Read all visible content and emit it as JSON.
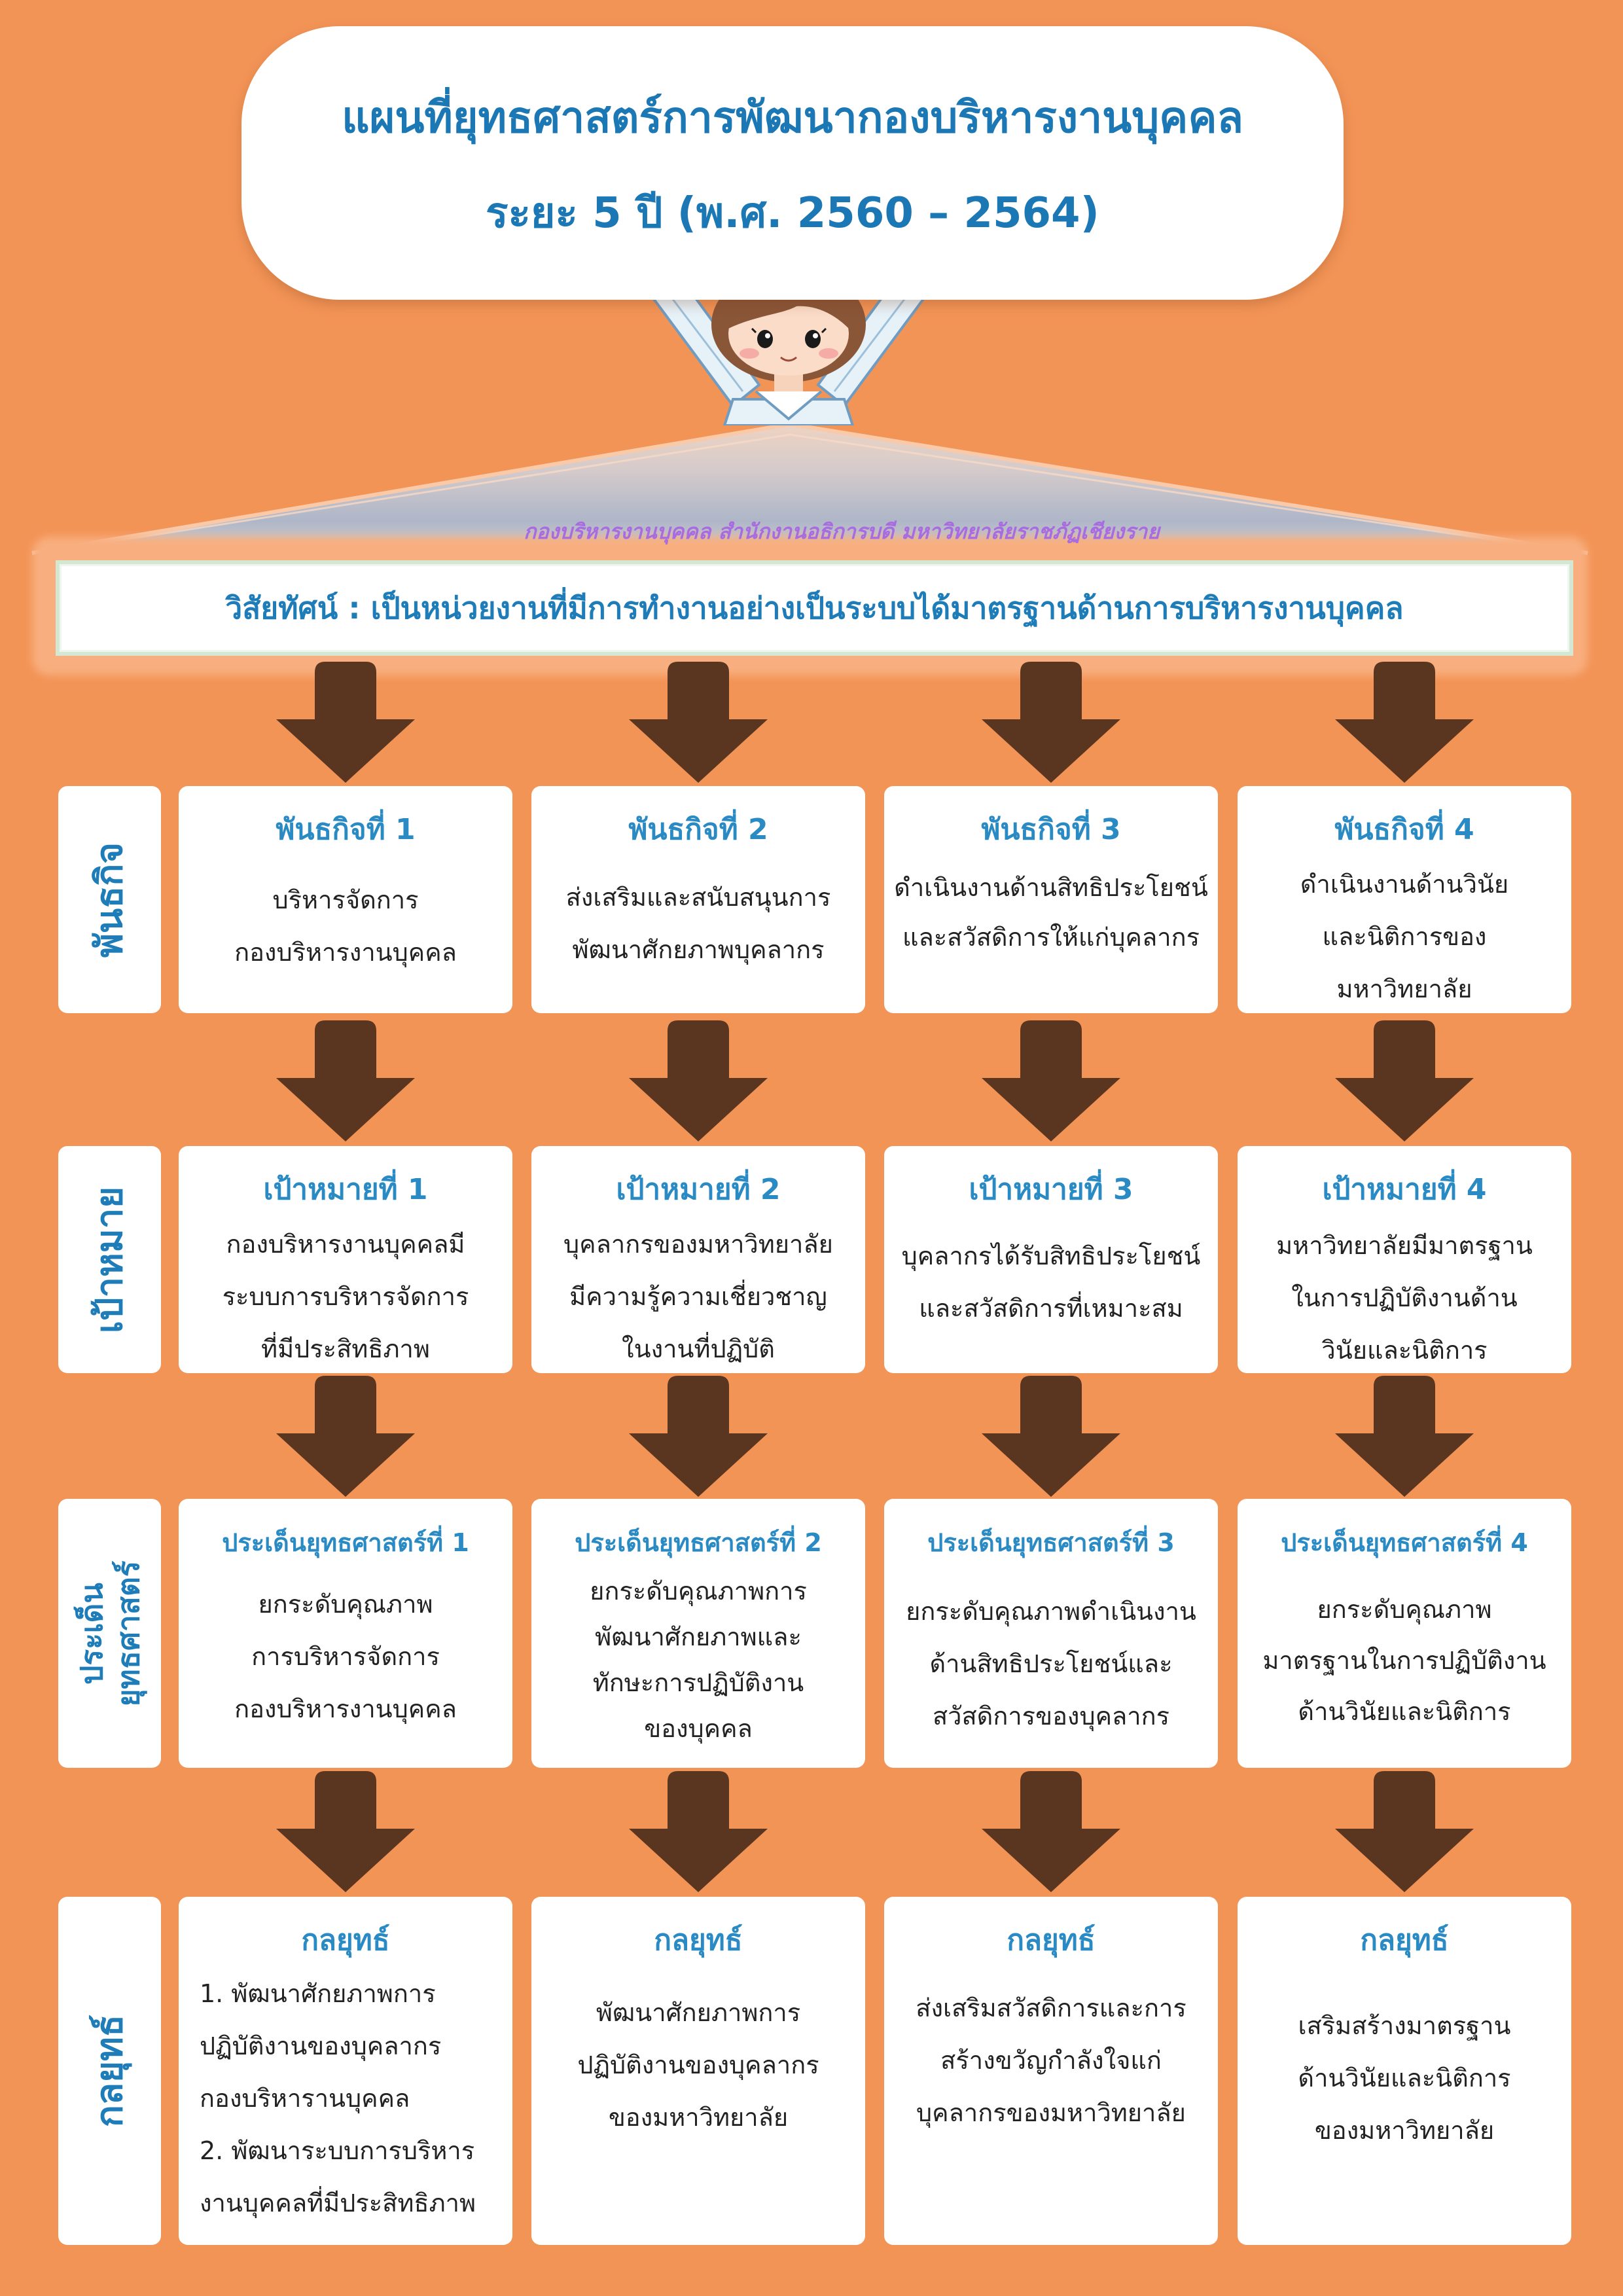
{
  "title": {
    "line1": "แผนที่ยุทธศาสตร์การพัฒนากองบริหารงานบุคคล",
    "line2": "ระยะ 5 ปี (พ.ศ. 2560 – 2564)"
  },
  "banner_text": "กองบริหารงานบุคคล สำนักงานอธิการบดี มหาวิทยาลัยราชภัฏเชียงราย",
  "vision": "วิสัยทัศน์ : เป็นหน่วยงานที่มีการทำงานอย่างเป็นระบบได้มาตรฐานด้านการบริหารงานบุคคล",
  "rows": [
    {
      "label": [
        "พันธกิจ"
      ],
      "items": [
        {
          "heading": "พันธกิจที่ 1",
          "lines": [
            "บริหารจัดการ",
            "กองบริหารงานบุคคล"
          ]
        },
        {
          "heading": "พันธกิจที่ 2",
          "lines": [
            "ส่งเสริมและสนับสนุนการ",
            "พัฒนาศักยภาพบุคลากร"
          ]
        },
        {
          "heading": "พันธกิจที่ 3",
          "lines": [
            "ดำเนินงานด้านสิทธิประโยชน์",
            "และสวัสดิการให้แก่บุคลากร"
          ]
        },
        {
          "heading": "พันธกิจที่ 4",
          "lines": [
            "ดำเนินงานด้านวินัย",
            "และนิติการของ",
            "มหาวิทยาลัย"
          ]
        }
      ]
    },
    {
      "label": [
        "เป้าหมาย"
      ],
      "items": [
        {
          "heading": "เป้าหมายที่ 1",
          "lines": [
            "กองบริหารงานบุคคลมี",
            "ระบบการบริหารจัดการ",
            "ที่มีประสิทธิภาพ"
          ]
        },
        {
          "heading": "เป้าหมายที่ 2",
          "lines": [
            "บุคลากรของมหาวิทยาลัย",
            "มีความรู้ความเชี่ยวชาญ",
            "ในงานที่ปฏิบัติ"
          ]
        },
        {
          "heading": "เป้าหมายที่ 3",
          "lines": [
            "บุคลากรได้รับสิทธิประโยชน์",
            "และสวัสดิการที่เหมาะสม"
          ]
        },
        {
          "heading": "เป้าหมายที่ 4",
          "lines": [
            "มหาวิทยาลัยมีมาตรฐาน",
            "ในการปฏิบัติงานด้าน",
            "วินัยและนิติการ"
          ]
        }
      ]
    },
    {
      "label": [
        "ประเด็น",
        "ยุทธศาสตร์"
      ],
      "items": [
        {
          "heading": "ประเด็นยุทธศาสตร์ที่ 1",
          "lines": [
            "ยกระดับคุณภาพ",
            "การบริหารจัดการ",
            "กองบริหารงานบุคคล"
          ]
        },
        {
          "heading": "ประเด็นยุทธศาสตร์ที่ 2",
          "lines": [
            "ยกระดับคุณภาพการ",
            "พัฒนาศักยภาพและ",
            "ทักษะการปฏิบัติงาน",
            "ของบุคคล"
          ]
        },
        {
          "heading": "ประเด็นยุทธศาสตร์ที่ 3",
          "lines": [
            "ยกระดับคุณภาพดำเนินงาน",
            "ด้านสิทธิประโยชน์และ",
            "สวัสดิการของบุคลากร"
          ]
        },
        {
          "heading": "ประเด็นยุทธศาสตร์ที่ 4",
          "lines": [
            "ยกระดับคุณภาพ",
            "มาตรฐานในการปฏิบัติงาน",
            "ด้านวินัยและนิติการ"
          ]
        }
      ]
    },
    {
      "label": [
        "กลยุทธ์"
      ],
      "items": [
        {
          "heading": "กลยุทธ์",
          "lines": [
            "1. พัฒนาศักยภาพการ",
            "ปฏิบัติงานของบุคลากร",
            "กองบริหารานบุคคล",
            "2. พัฒนาระบบการบริหาร",
            "งานบุคคลที่มีประสิทธิภาพ"
          ]
        },
        {
          "heading": "กลยุทธ์",
          "lines": [
            "พัฒนาศักยภาพการ",
            "ปฏิบัติงานของบุคลากร",
            "ของมหาวิทยาลัย"
          ]
        },
        {
          "heading": "กลยุทธ์",
          "lines": [
            "ส่งเสริมสวัสดิการและการ",
            "สร้างขวัญกำลังใจแก่",
            "บุคลากรของมหาวิทยาลัย"
          ]
        },
        {
          "heading": "กลยุทธ์",
          "lines": [
            "เสริมสร้างมาตรฐาน",
            "ด้านวินัยและนิติการ",
            "ของมหาวิทยาลัย"
          ]
        }
      ]
    }
  ],
  "icons": {
    "mascot": "girl-mascot-icon",
    "connector": "down-arrow-icon"
  },
  "colors": {
    "background": "#F39457",
    "title_text": "#1B78B4",
    "heading_text": "#2A8AC4",
    "label_text": "#1E7CB8",
    "arrow": "#5A3520",
    "banner_text": "#A86BE0",
    "card": "#FFFFFF",
    "vision_border": "#D3E7D2"
  }
}
